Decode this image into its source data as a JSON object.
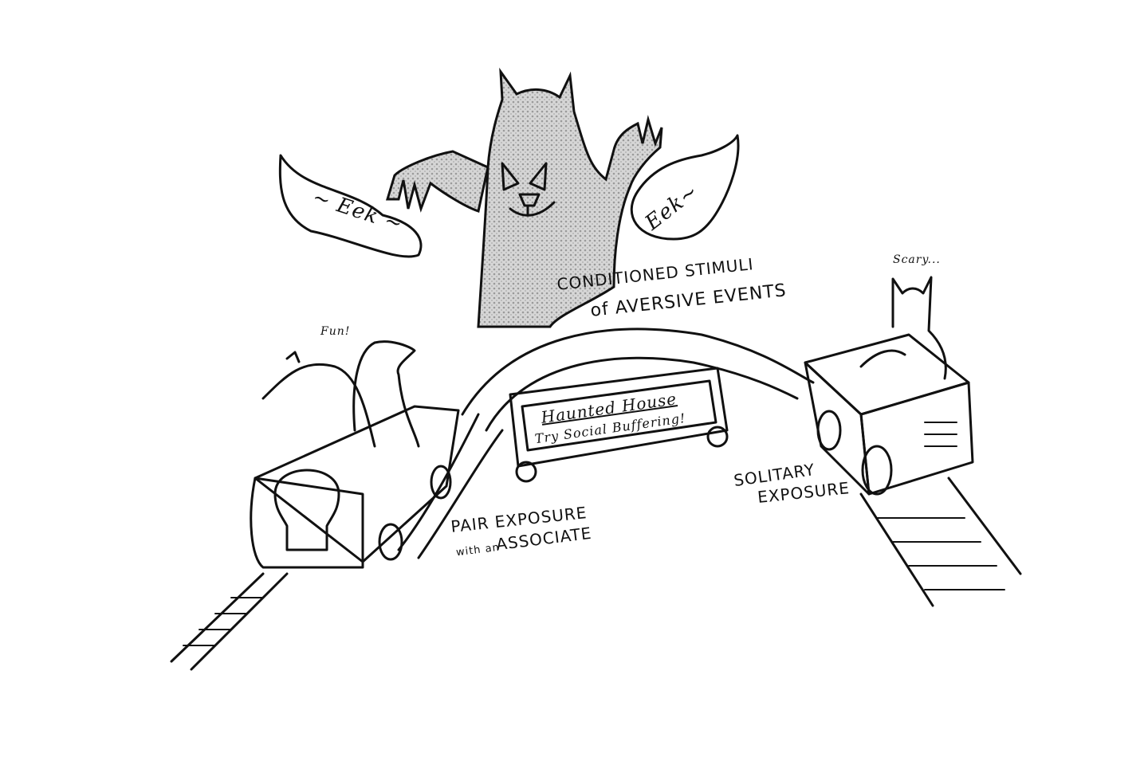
{
  "ghost": {
    "bubble_left": "~ Eek ~",
    "bubble_right": "Eek~",
    "title_line1": "CONDITIONED STIMULI",
    "title_line2": "of AVERSIVE EVENTS"
  },
  "pair": {
    "speech": "Fun!",
    "label_line1": "PAIR EXPOSURE",
    "label_line2_small": "with an",
    "label_line2": "ASSOCIATE"
  },
  "sign": {
    "title": "Haunted House",
    "subtitle": "Try Social Buffering!"
  },
  "solitary": {
    "speech": "Scary...",
    "label_line1": "SOLITARY",
    "label_line2": "EXPOSURE"
  },
  "colors": {
    "ink": "#111111",
    "shade": "#bdbdbd",
    "background": "#ffffff"
  }
}
